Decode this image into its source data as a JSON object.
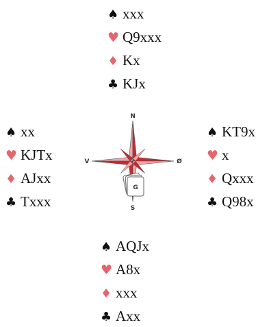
{
  "hands": {
    "north": {
      "spades": "xxx",
      "hearts": "Q9xxx",
      "diamonds": "Kx",
      "clubs": "KJx"
    },
    "west": {
      "spades": "xx",
      "hearts": "KJTx",
      "diamonds": "AJxx",
      "clubs": "Txxx"
    },
    "east": {
      "spades": "KT9x",
      "hearts": "x",
      "diamonds": "Qxxx",
      "clubs": "Q98x"
    },
    "south": {
      "spades": "AQJx",
      "hearts": "A8x",
      "diamonds": "xxx",
      "clubs": "Axx"
    }
  },
  "suit_symbols": {
    "spades": "♠",
    "hearts": "♥",
    "diamonds": "♦",
    "clubs": "♣"
  },
  "compass": {
    "north": "N",
    "south": "S",
    "west": "V",
    "east": "Ø",
    "center_logo": "G"
  },
  "colors": {
    "red_suit": "#e8646c",
    "black_suit": "#111111",
    "compass_dark": "#c8282f",
    "compass_light": "#f2a3a3"
  }
}
